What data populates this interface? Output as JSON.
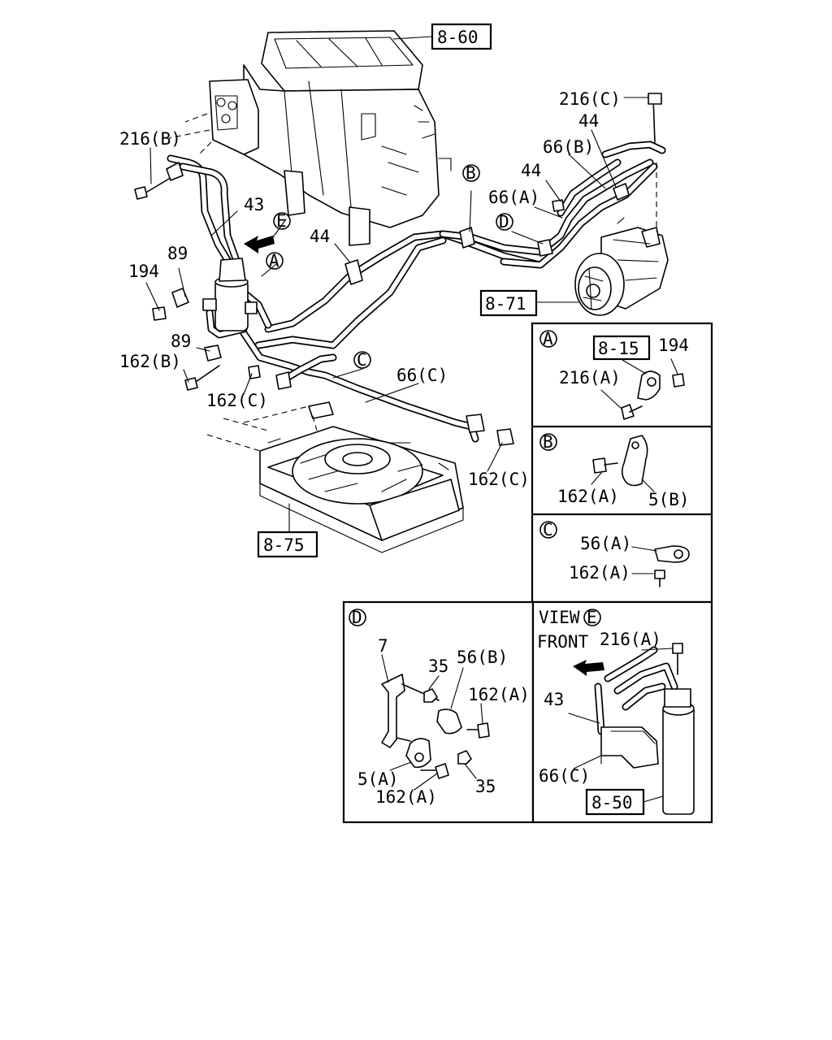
{
  "references": {
    "heater_unit": "8-60",
    "compressor": "8-71",
    "condenser": "8-75",
    "detail_a_ref": "8-15",
    "receiver_drier": "8-50"
  },
  "main_labels": {
    "l_216c": "216(C)",
    "l_44_top": "44",
    "l_66b": "66(B)",
    "l_44_mid": "44",
    "l_66a": "66(A)",
    "l_216b": "216(B)",
    "l_43": "43",
    "l_44_left": "44",
    "l_89_top": "89",
    "l_194": "194",
    "l_89_bottom": "89",
    "l_162b": "162(B)",
    "l_162c_left": "162(C)",
    "l_66c": "66(C)",
    "l_162c_right": "162(C)"
  },
  "callouts": {
    "a": "A",
    "b": "B",
    "c": "C",
    "d": "D",
    "e": "E"
  },
  "detail_a": {
    "letter": "A",
    "l_194": "194",
    "l_216a": "216(A)"
  },
  "detail_b": {
    "letter": "B",
    "l_162a": "162(A)",
    "l_5b": "5(B)"
  },
  "detail_c": {
    "letter": "C",
    "l_56a": "56(A)",
    "l_162a": "162(A)"
  },
  "detail_d": {
    "letter": "D",
    "l_7": "7",
    "l_35_top": "35",
    "l_56b": "56(B)",
    "l_162a_right": "162(A)",
    "l_5a": "5(A)",
    "l_162a_bottom": "162(A)",
    "l_35_bottom": "35"
  },
  "view_e": {
    "view_word": "VIEW",
    "letter": "E",
    "front": "FRONT",
    "l_216a": "216(A)",
    "l_43": "43",
    "l_66c": "66(C)"
  },
  "icons": [
    "front-arrow-icon",
    "view-direction-arrow-icon"
  ]
}
